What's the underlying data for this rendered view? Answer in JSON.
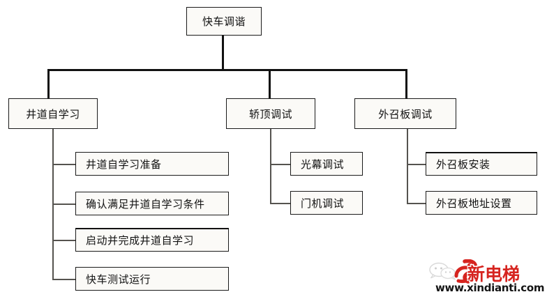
{
  "diagram": {
    "type": "org-tree",
    "root": {
      "label": "快车调谐"
    },
    "branches": [
      {
        "label": "井道自学习",
        "children": [
          {
            "label": "井道自学习准备"
          },
          {
            "label": "确认满足井道自学习条件"
          },
          {
            "label": "启动并完成井道自学习"
          },
          {
            "label": "快车测试运行"
          }
        ]
      },
      {
        "label": "轿顶调试",
        "children": [
          {
            "label": "光幕调试"
          },
          {
            "label": "门机调试"
          }
        ]
      },
      {
        "label": "外召板调试",
        "children": [
          {
            "label": "外召板安装"
          },
          {
            "label": "外召板地址设置"
          }
        ]
      }
    ]
  },
  "watermark": {
    "brand_cn": "新电梯",
    "url": "www.xindianti.com",
    "chat_icon": "wechat-bubble-icon",
    "brand_color": "#d6241f",
    "url_color": "#141414"
  },
  "style": {
    "box_fill": "#fbfaf7",
    "box_border": "#1a1a1a",
    "connector": "#1a1a1a",
    "background": "#ffffff"
  }
}
